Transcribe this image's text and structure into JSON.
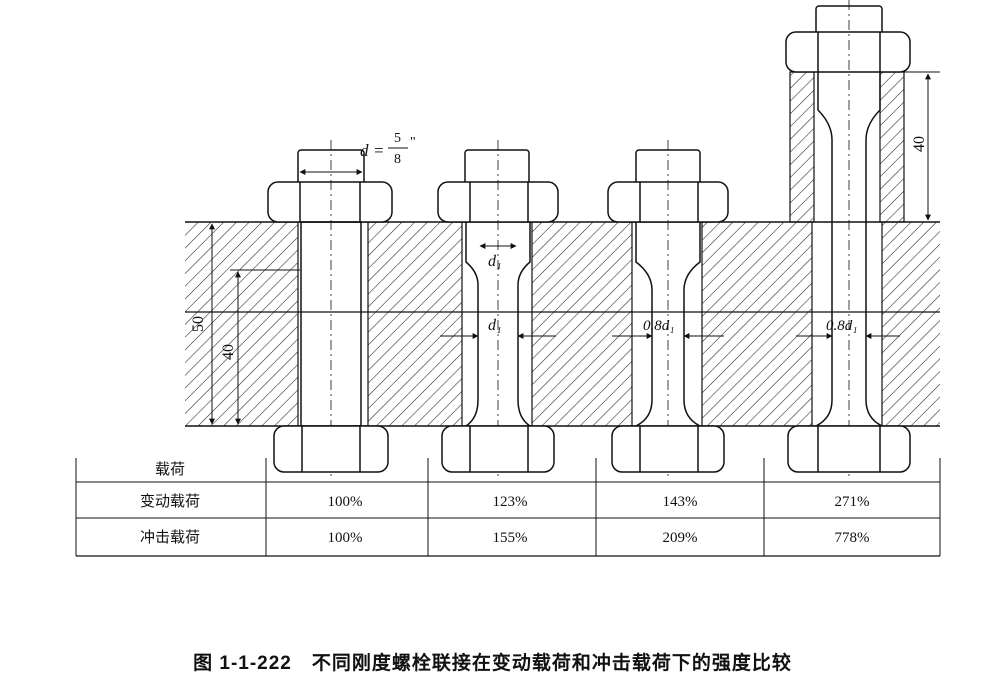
{
  "figure": {
    "caption": "图 1-1-222　不同刚度螺栓联接在变动载荷和冲击载荷下的强度比较"
  },
  "labels": {
    "d": "d",
    "eq": "=",
    "frac_num": "5",
    "frac_den": "8",
    "inch": "\"",
    "dim_50": "50",
    "dim_40": "40",
    "dim_40_top": "40",
    "d1": "d₁",
    "d1b": "d₁",
    "d1c": "0.8d₁",
    "d1d": "0.8d₁"
  },
  "table": {
    "header": "载荷",
    "rows": [
      {
        "label": "变动载荷",
        "values": [
          "100%",
          "123%",
          "143%",
          "271%"
        ]
      },
      {
        "label": "冲击载荷",
        "values": [
          "100%",
          "155%",
          "209%",
          "778%"
        ]
      }
    ]
  }
}
